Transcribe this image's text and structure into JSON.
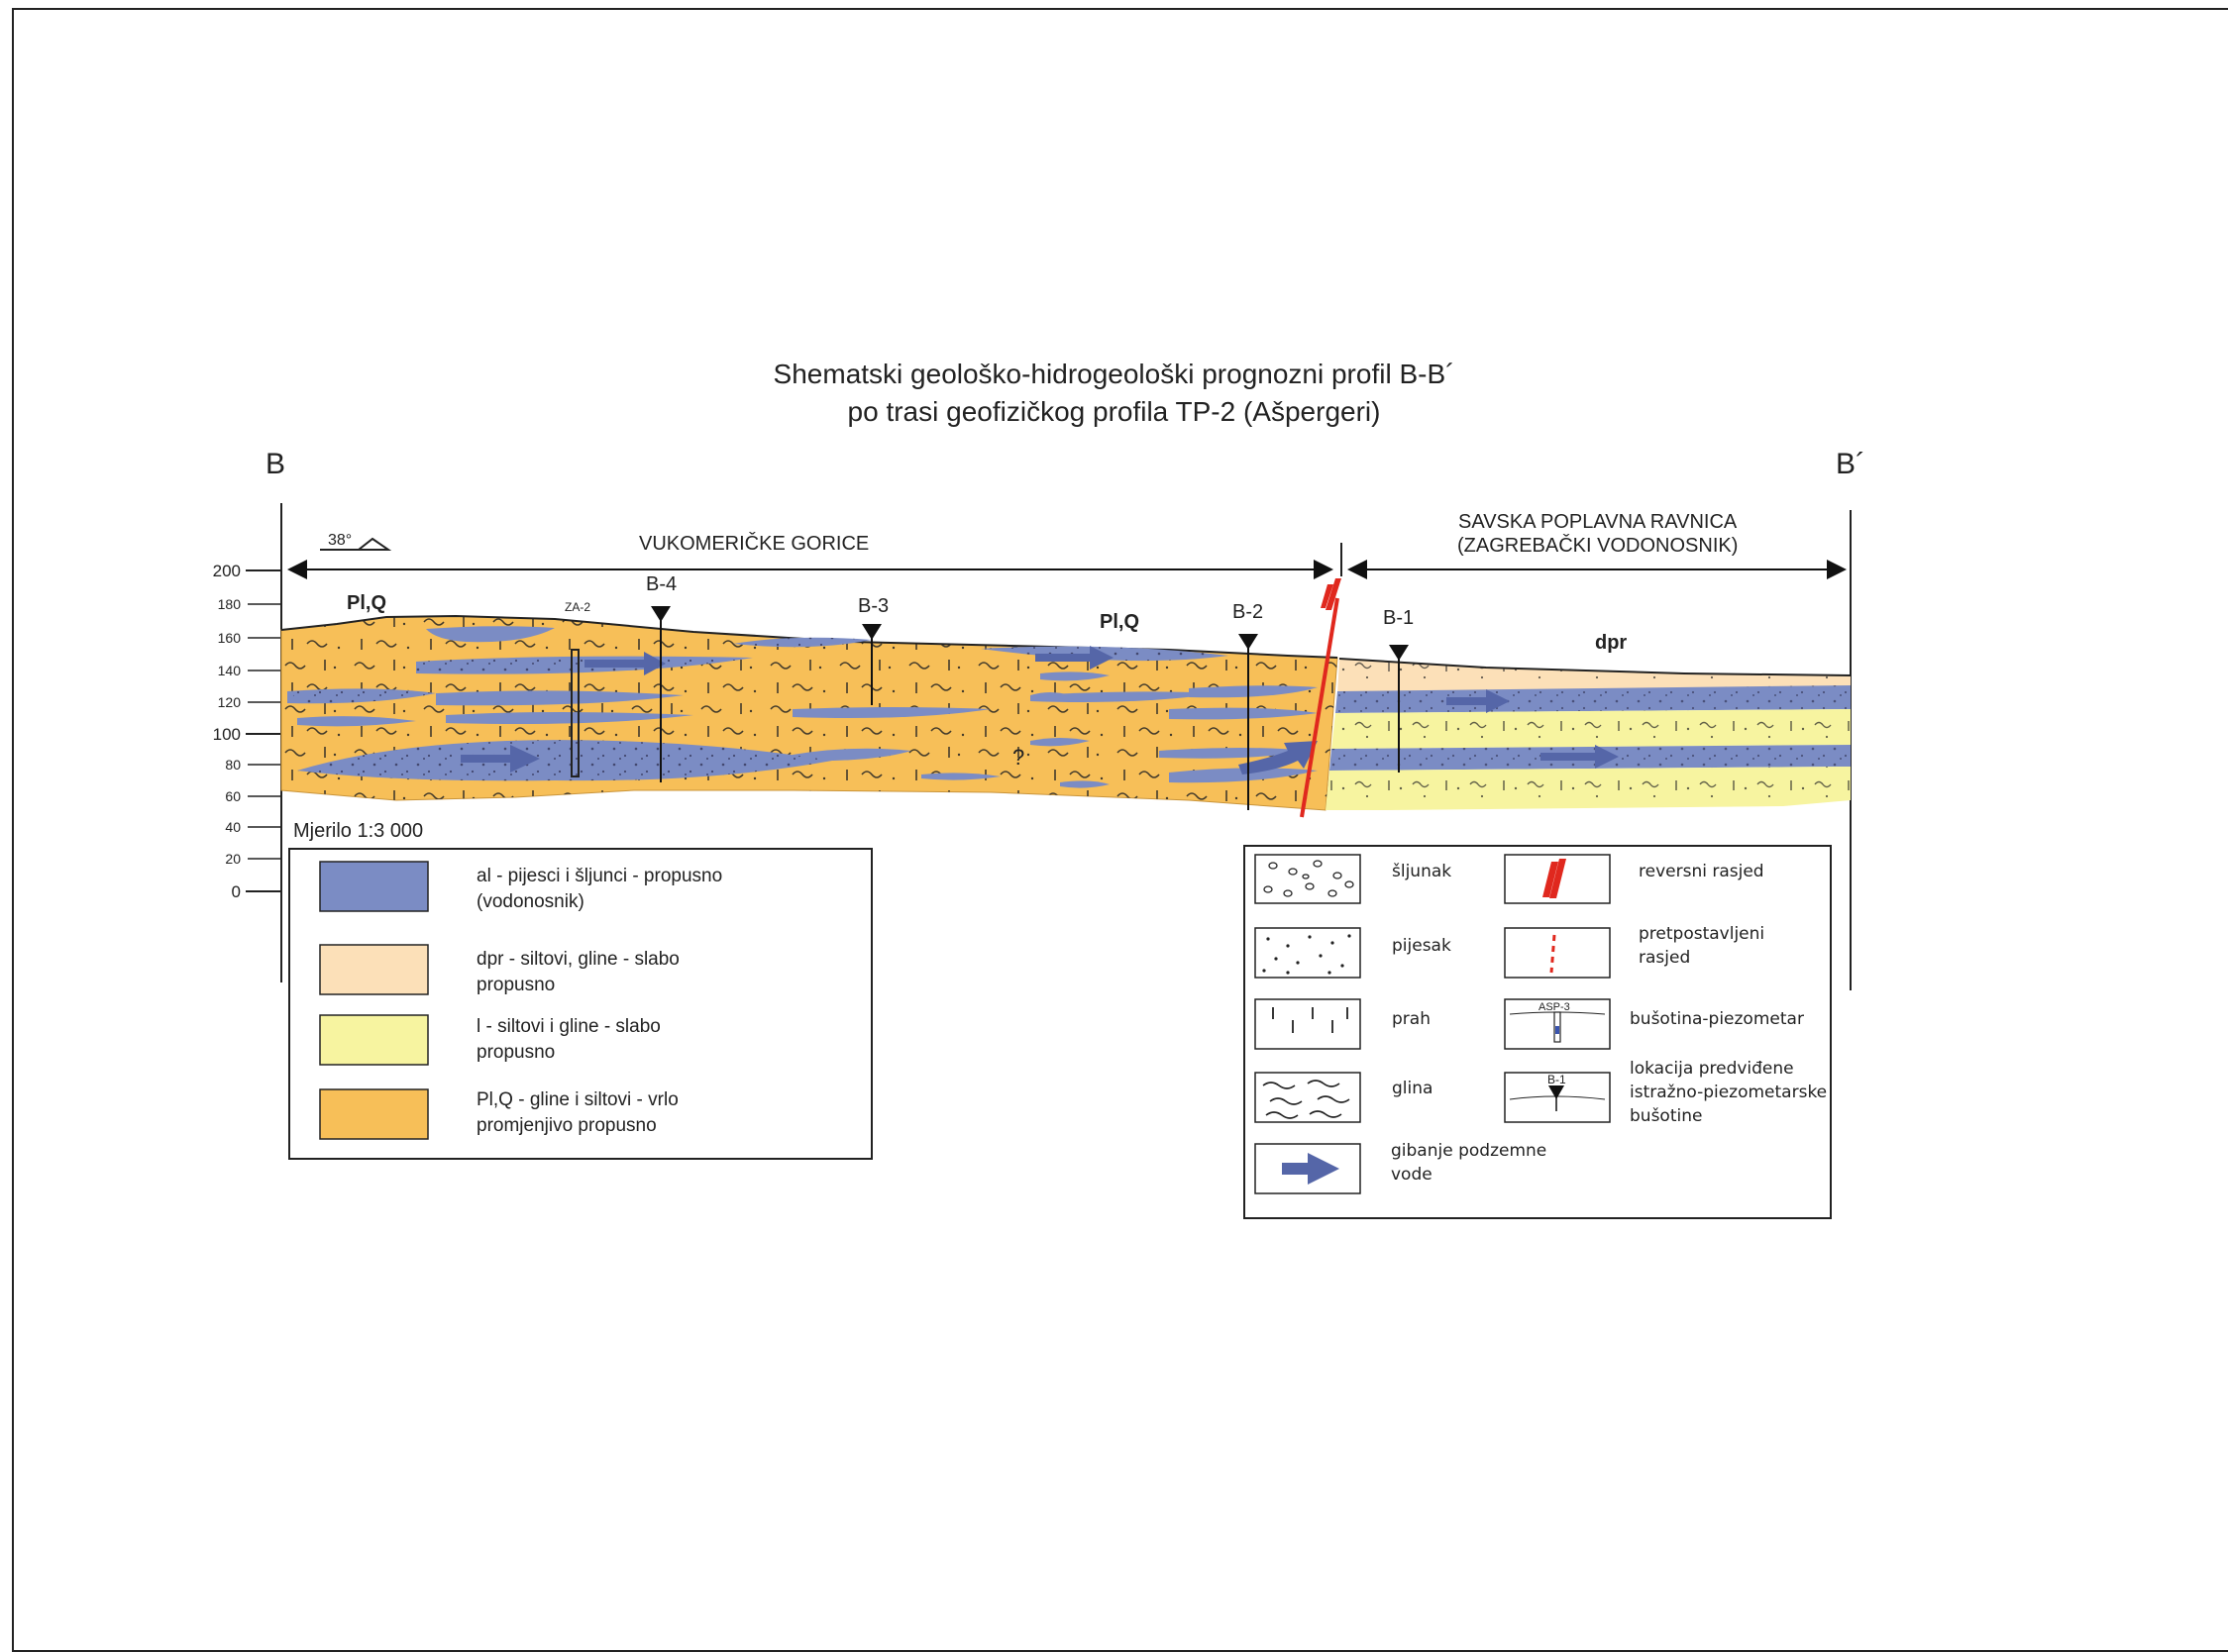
{
  "title": {
    "line1": "Shematski geološko-hidrogeološki prognozni profil B-B´",
    "line2": "po trasi geofizičkog profila TP-2 (Ašpergeri)"
  },
  "profile": {
    "start_label": "B",
    "end_label": "B´",
    "dip_label": "38°",
    "west_zone": "VUKOMERIČKE GORICE",
    "east_zone_line1": "SAVSKA POPLAVNA RAVNICA",
    "east_zone_line2": "(ZAGREBAČKI VODONOSNIK)",
    "scale_label": "Mjerilo 1:3 000",
    "unit_labels": {
      "plq_left": "Pl,Q",
      "plq_mid": "Pl,Q",
      "dpr": "dpr"
    },
    "question_mark": "?",
    "za2_label": "ZA-2",
    "boreholes": [
      "B-4",
      "B-3",
      "B-2",
      "B-1"
    ],
    "elevation_ticks": [
      "200",
      "180",
      "160",
      "140",
      "120",
      "100",
      "80",
      "60",
      "40",
      "20",
      "0"
    ]
  },
  "legend_left": [
    {
      "color": "#7b8cc4",
      "line1": "al - pijesci i šljunci - propusno",
      "line2": "(vodonosnik)"
    },
    {
      "color": "#fce0b8",
      "line1": "dpr - siltovi, gline - slabo",
      "line2": "propusno"
    },
    {
      "color": "#f7f4a0",
      "line1": "l - siltovi i gline - slabo",
      "line2": "propusno"
    },
    {
      "color": "#f7bf58",
      "line1": "Pl,Q - gline i siltovi - vrlo",
      "line2": "promjenjivo propusno"
    }
  ],
  "legend_right": {
    "sljunak": "šljunak",
    "pijesak": "pijesak",
    "prah": "prah",
    "glina": "glina",
    "gibanje_line1": "gibanje podzemne",
    "gibanje_line2": "vode",
    "reversni": "reversni rasjed",
    "pretpostavljeni_line1": "pretpostavljeni",
    "pretpostavljeni_line2": "rasjed",
    "piezometar": "bušotina-piezometar",
    "piezometar_symbol": "ASP-3",
    "lokacija_line1": "lokacija predviđene",
    "lokacija_line2": "istražno-piezometarske",
    "lokacija_line3": "bušotine",
    "lokacija_symbol": "B-1"
  },
  "colors": {
    "aquifer": "#7b8cc4",
    "dpr": "#fce0b8",
    "l": "#f7f4a0",
    "plq": "#f7bf58",
    "arrow": "#5566a8",
    "fault": "#e0281e"
  }
}
